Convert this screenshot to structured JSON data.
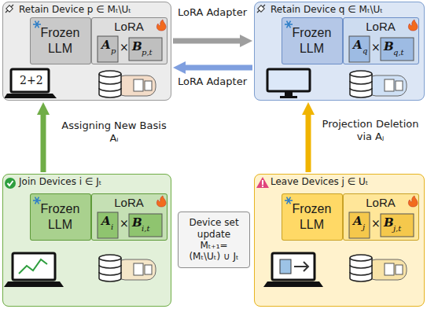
{
  "diagram": {
    "nodes": [
      {
        "text": [
          "Retain Device p ∈ Mₜ\\Uₜ"
        ]
      },
      {
        "text": [
          "Frozen LLM"
        ],
        "in": 0
      },
      {
        "text": [
          "LoRA"
        ],
        "in": 0
      },
      {
        "text": [
          "Retain Device q ∈ Mₜ\\Uₜ"
        ]
      },
      {
        "text": [
          "Frozen LLM"
        ],
        "in": 3
      },
      {
        "text": [
          "LoRA"
        ],
        "in": 3
      },
      {
        "text": [
          "Join Devices i ∈ Jₜ"
        ]
      },
      {
        "text": [
          "Frozen LLM"
        ],
        "in": 6
      },
      {
        "text": [
          "LoRA"
        ],
        "in": 6
      },
      {
        "text": [
          "Device set update Mₜ₊₁= (Mₜ\\Uₜ) ∪ Jₜ"
        ]
      },
      {
        "text": [
          "Leave Devices j ∈ Uₜ"
        ]
      },
      {
        "text": [
          "Frozen LLM"
        ],
        "in": 10
      },
      {
        "text": [
          "LoRA"
        ],
        "in": 10
      }
    ],
    "edges": [
      {
        "from": 0,
        "to": 3,
        "label": "LoRA Adapter",
        "arrow": "to"
      },
      {
        "from": 3,
        "to": 0,
        "label": "LoRA Adapter",
        "arrow": "to"
      },
      {
        "from": 6,
        "to": 0,
        "label": "Assigning New Basis Aᵢ",
        "arrow": "to"
      },
      {
        "from": 10,
        "to": 3,
        "label": "Projection Deletion via Aⱼ",
        "arrow": "to"
      }
    ],
    "labels": [
      "2+2",
      "A",
      "p",
      "×",
      "B",
      "p,t",
      "A",
      "q",
      "×",
      "B",
      "q,t",
      "A",
      "i",
      "×",
      "B",
      "i,t",
      "A",
      "j",
      "×",
      "B",
      "j,t"
    ]
  }
}
